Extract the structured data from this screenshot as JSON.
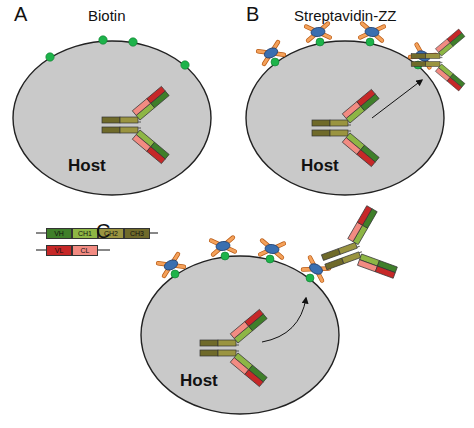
{
  "diagram": {
    "nodes": [
      {
        "text": [
          "Host"
        ]
      },
      {
        "text": [
          "VH"
        ]
      },
      {
        "text": [
          "CH1"
        ]
      },
      {
        "text": [
          "CH2"
        ]
      },
      {
        "text": [
          "CH3"
        ]
      },
      {
        "text": [
          "VL"
        ]
      },
      {
        "text": [
          "CL"
        ]
      },
      {
        "text": [
          "Host"
        ]
      },
      {
        "text": [
          "Host"
        ]
      }
    ],
    "labels": [
      "A",
      "Biotin",
      "B",
      "Streptavidin-ZZ",
      "C"
    ]
  }
}
